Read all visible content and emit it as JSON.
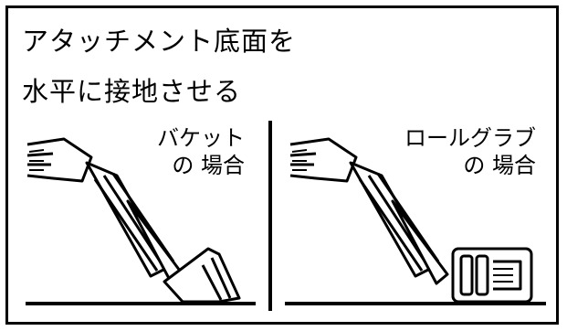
{
  "title": {
    "line1": "アタッチメント底面を",
    "line2": "水平に接地させる"
  },
  "panels": [
    {
      "caption_line1": "バケット",
      "caption_line2": "の 場合",
      "attachment": "bucket"
    },
    {
      "caption_line1": "ロールグラブ",
      "caption_line2": "の 場合",
      "attachment": "roll-grab"
    }
  ]
}
